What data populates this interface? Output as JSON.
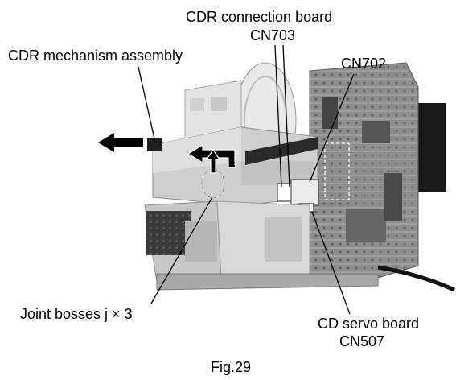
{
  "labels": {
    "cdr_board": "CDR connection board",
    "cn703": "CN703",
    "cn702": "CN702",
    "mechanism": "CDR mechanism assembly",
    "joint_bosses": "Joint bosses j × 3",
    "cd_servo": "CD servo board",
    "cn507": "CN507",
    "figure": "Fig.29"
  },
  "colors": {
    "line": "#000000",
    "metal_light": "#d6d6d6",
    "metal_mid": "#b3b3b3",
    "metal_dark": "#7a7a7a",
    "board": "#9a9a9a",
    "board_dark": "#3c3c3c",
    "black": "#141414"
  }
}
